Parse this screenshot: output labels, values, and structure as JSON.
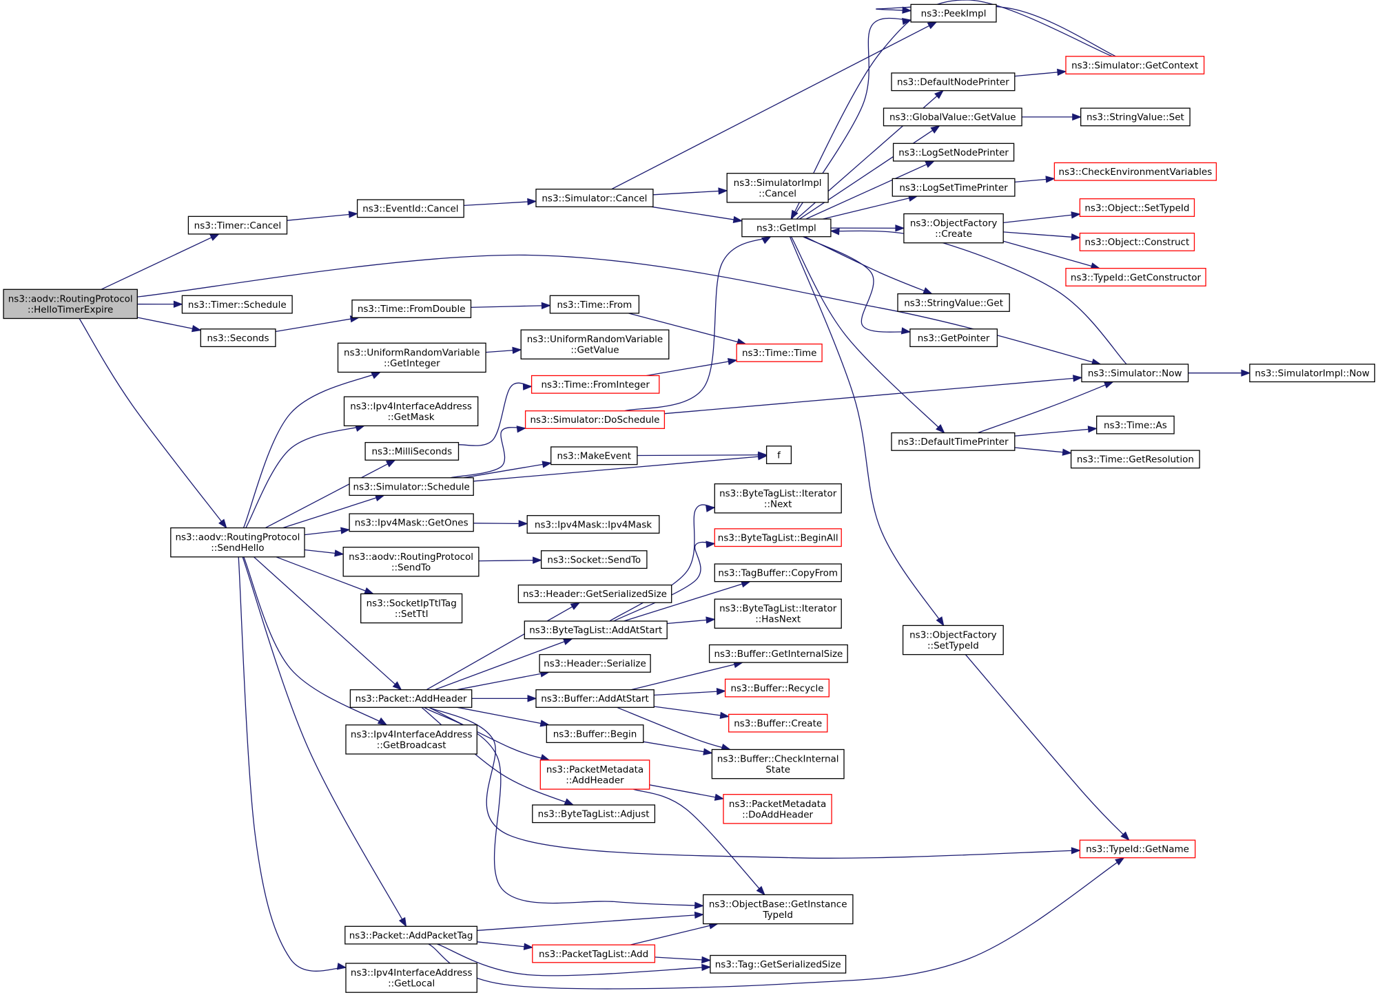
{
  "diagram": {
    "type": "call-graph",
    "colors": {
      "edge": "#191970",
      "border": "#000000",
      "truncated_border": "#ff0000",
      "root_fill": "#bfbfbf",
      "node_fill": "#ffffff"
    },
    "nodes": [
      {
        "id": "root",
        "lines": [
          "ns3::aodv::RoutingProtocol",
          "::HelloTimerExpire"
        ],
        "style": "root"
      },
      {
        "id": "timer_cancel",
        "lines": [
          "ns3::Timer::Cancel"
        ]
      },
      {
        "id": "timer_schedule",
        "lines": [
          "ns3::Timer::Schedule"
        ]
      },
      {
        "id": "seconds",
        "lines": [
          "ns3::Seconds"
        ]
      },
      {
        "id": "sendhello",
        "lines": [
          "ns3::aodv::RoutingProtocol",
          "::SendHello"
        ]
      },
      {
        "id": "eventid_cancel",
        "lines": [
          "ns3::EventId::Cancel"
        ]
      },
      {
        "id": "time_fromdouble",
        "lines": [
          "ns3::Time::FromDouble"
        ]
      },
      {
        "id": "urv_getinteger",
        "lines": [
          "ns3::UniformRandomVariable",
          "::GetInteger"
        ]
      },
      {
        "id": "ipv4ia_getmask",
        "lines": [
          "ns3::Ipv4InterfaceAddress",
          "::GetMask"
        ]
      },
      {
        "id": "milliseconds",
        "lines": [
          "ns3::MilliSeconds"
        ]
      },
      {
        "id": "sim_schedule",
        "lines": [
          "ns3::Simulator::Schedule"
        ]
      },
      {
        "id": "ipv4mask_getones",
        "lines": [
          "ns3::Ipv4Mask::GetOnes"
        ]
      },
      {
        "id": "aodv_sendto",
        "lines": [
          "ns3::aodv::RoutingProtocol",
          "::SendTo"
        ]
      },
      {
        "id": "sockipttl_setttl",
        "lines": [
          "ns3::SocketIpTtlTag",
          "::SetTtl"
        ]
      },
      {
        "id": "packet_addheader",
        "lines": [
          "ns3::Packet::AddHeader"
        ]
      },
      {
        "id": "ipv4ia_getbroadcast",
        "lines": [
          "ns3::Ipv4InterfaceAddress",
          "::GetBroadcast"
        ]
      },
      {
        "id": "packet_addpackettag",
        "lines": [
          "ns3::Packet::AddPacketTag"
        ]
      },
      {
        "id": "ipv4ia_getlocal",
        "lines": [
          "ns3::Ipv4InterfaceAddress",
          "::GetLocal"
        ]
      },
      {
        "id": "sim_cancel",
        "lines": [
          "ns3::Simulator::Cancel"
        ]
      },
      {
        "id": "time_from",
        "lines": [
          "ns3::Time::From"
        ]
      },
      {
        "id": "urv_getvalue",
        "lines": [
          "ns3::UniformRandomVariable",
          "::GetValue"
        ]
      },
      {
        "id": "time_frominteger",
        "lines": [
          "ns3::Time::FromInteger"
        ],
        "style": "trunc"
      },
      {
        "id": "sim_doschedule",
        "lines": [
          "ns3::Simulator::DoSchedule"
        ],
        "style": "trunc"
      },
      {
        "id": "makeevent",
        "lines": [
          "ns3::MakeEvent"
        ]
      },
      {
        "id": "ipv4mask_ctor",
        "lines": [
          "ns3::Ipv4Mask::Ipv4Mask"
        ]
      },
      {
        "id": "socket_sendto",
        "lines": [
          "ns3::Socket::SendTo"
        ]
      },
      {
        "id": "header_getserializedsize",
        "lines": [
          "ns3::Header::GetSerializedSize"
        ]
      },
      {
        "id": "btl_addatstart",
        "lines": [
          "ns3::ByteTagList::AddAtStart"
        ]
      },
      {
        "id": "header_serialize",
        "lines": [
          "ns3::Header::Serialize"
        ]
      },
      {
        "id": "buffer_addatstart",
        "lines": [
          "ns3::Buffer::AddAtStart"
        ]
      },
      {
        "id": "buffer_begin",
        "lines": [
          "ns3::Buffer::Begin"
        ]
      },
      {
        "id": "pm_addheader",
        "lines": [
          "ns3::PacketMetadata",
          "::AddHeader"
        ],
        "style": "trunc"
      },
      {
        "id": "btl_adjust",
        "lines": [
          "ns3::ByteTagList::Adjust"
        ]
      },
      {
        "id": "ptl_add",
        "lines": [
          "ns3::PacketTagList::Add"
        ],
        "style": "trunc"
      },
      {
        "id": "simimpl_cancel",
        "lines": [
          "ns3::SimulatorImpl",
          "::Cancel"
        ]
      },
      {
        "id": "getimpl",
        "lines": [
          "ns3::GetImpl"
        ]
      },
      {
        "id": "time_time",
        "lines": [
          "ns3::Time::Time"
        ],
        "style": "trunc"
      },
      {
        "id": "f",
        "lines": [
          "f"
        ]
      },
      {
        "id": "btli_next",
        "lines": [
          "ns3::ByteTagList::Iterator",
          "::Next"
        ]
      },
      {
        "id": "btl_beginall",
        "lines": [
          "ns3::ByteTagList::BeginAll"
        ],
        "style": "trunc"
      },
      {
        "id": "tagbuffer_copyfrom",
        "lines": [
          "ns3::TagBuffer::CopyFrom"
        ]
      },
      {
        "id": "btli_hasnext",
        "lines": [
          "ns3::ByteTagList::Iterator",
          "::HasNext"
        ]
      },
      {
        "id": "buffer_getinternalsize",
        "lines": [
          "ns3::Buffer::GetInternalSize"
        ]
      },
      {
        "id": "buffer_recycle",
        "lines": [
          "ns3::Buffer::Recycle"
        ],
        "style": "trunc"
      },
      {
        "id": "buffer_create",
        "lines": [
          "ns3::Buffer::Create"
        ],
        "style": "trunc"
      },
      {
        "id": "buffer_checkinternalstate",
        "lines": [
          "ns3::Buffer::CheckInternal",
          "State"
        ]
      },
      {
        "id": "pm_doaddheader",
        "lines": [
          "ns3::PacketMetadata",
          "::DoAddHeader"
        ],
        "style": "trunc"
      },
      {
        "id": "objbase_getinstancetypeid",
        "lines": [
          "ns3::ObjectBase::GetInstance",
          "TypeId"
        ]
      },
      {
        "id": "tag_getserializedsize",
        "lines": [
          "ns3::Tag::GetSerializedSize"
        ]
      },
      {
        "id": "peekimpl",
        "lines": [
          "ns3::PeekImpl"
        ]
      },
      {
        "id": "defaultnodeprinter",
        "lines": [
          "ns3::DefaultNodePrinter"
        ]
      },
      {
        "id": "globalvalue_getvalue",
        "lines": [
          "ns3::GlobalValue::GetValue"
        ]
      },
      {
        "id": "logsetnodeprinter",
        "lines": [
          "ns3::LogSetNodePrinter"
        ]
      },
      {
        "id": "logsettimeprinter",
        "lines": [
          "ns3::LogSetTimePrinter"
        ]
      },
      {
        "id": "objfactory_create",
        "lines": [
          "ns3::ObjectFactory",
          "::Create"
        ]
      },
      {
        "id": "stringvalue_get",
        "lines": [
          "ns3::StringValue::Get"
        ]
      },
      {
        "id": "getpointer",
        "lines": [
          "ns3::GetPointer"
        ]
      },
      {
        "id": "sim_now",
        "lines": [
          "ns3::Simulator::Now"
        ]
      },
      {
        "id": "defaulttimeprinter",
        "lines": [
          "ns3::DefaultTimePrinter"
        ]
      },
      {
        "id": "objfactory_settypeid",
        "lines": [
          "ns3::ObjectFactory",
          "::SetTypeId"
        ]
      },
      {
        "id": "sim_getcontext",
        "lines": [
          "ns3::Simulator::GetContext"
        ],
        "style": "trunc"
      },
      {
        "id": "stringvalue_set",
        "lines": [
          "ns3::StringValue::Set"
        ]
      },
      {
        "id": "checkenvvars",
        "lines": [
          "ns3::CheckEnvironmentVariables"
        ],
        "style": "trunc"
      },
      {
        "id": "object_settypeid",
        "lines": [
          "ns3::Object::SetTypeId"
        ],
        "style": "trunc"
      },
      {
        "id": "object_construct",
        "lines": [
          "ns3::Object::Construct"
        ],
        "style": "trunc"
      },
      {
        "id": "typeid_getconstructor",
        "lines": [
          "ns3::TypeId::GetConstructor"
        ],
        "style": "trunc"
      },
      {
        "id": "simimpl_now",
        "lines": [
          "ns3::SimulatorImpl::Now"
        ]
      },
      {
        "id": "time_as",
        "lines": [
          "ns3::Time::As"
        ]
      },
      {
        "id": "time_getresolution",
        "lines": [
          "ns3::Time::GetResolution"
        ]
      },
      {
        "id": "typeid_getname",
        "lines": [
          "ns3::TypeId::GetName"
        ],
        "style": "trunc"
      }
    ],
    "edges": [
      [
        "root",
        "timer_cancel"
      ],
      [
        "root",
        "timer_schedule"
      ],
      [
        "root",
        "seconds"
      ],
      [
        "root",
        "sendhello"
      ],
      [
        "root",
        "sim_now"
      ],
      [
        "timer_cancel",
        "eventid_cancel"
      ],
      [
        "eventid_cancel",
        "sim_cancel"
      ],
      [
        "sim_cancel",
        "simimpl_cancel"
      ],
      [
        "sim_cancel",
        "getimpl"
      ],
      [
        "sim_cancel",
        "peekimpl"
      ],
      [
        "seconds",
        "time_fromdouble"
      ],
      [
        "time_fromdouble",
        "time_from"
      ],
      [
        "time_from",
        "time_time"
      ],
      [
        "sendhello",
        "urv_getinteger"
      ],
      [
        "sendhello",
        "ipv4ia_getmask"
      ],
      [
        "sendhello",
        "milliseconds"
      ],
      [
        "sendhello",
        "sim_schedule"
      ],
      [
        "sendhello",
        "ipv4mask_getones"
      ],
      [
        "sendhello",
        "aodv_sendto"
      ],
      [
        "sendhello",
        "sockipttl_setttl"
      ],
      [
        "sendhello",
        "packet_addheader"
      ],
      [
        "sendhello",
        "ipv4ia_getbroadcast"
      ],
      [
        "sendhello",
        "packet_addpackettag"
      ],
      [
        "sendhello",
        "ipv4ia_getlocal"
      ],
      [
        "urv_getinteger",
        "urv_getvalue"
      ],
      [
        "milliseconds",
        "time_frominteger"
      ],
      [
        "time_frominteger",
        "time_time"
      ],
      [
        "sim_schedule",
        "sim_doschedule"
      ],
      [
        "sim_schedule",
        "makeevent"
      ],
      [
        "sim_schedule",
        "f"
      ],
      [
        "makeevent",
        "f"
      ],
      [
        "sim_doschedule",
        "getimpl"
      ],
      [
        "sim_doschedule",
        "sim_now"
      ],
      [
        "ipv4mask_getones",
        "ipv4mask_ctor"
      ],
      [
        "aodv_sendto",
        "socket_sendto"
      ],
      [
        "packet_addheader",
        "header_getserializedsize"
      ],
      [
        "packet_addheader",
        "btl_addatstart"
      ],
      [
        "packet_addheader",
        "header_serialize"
      ],
      [
        "packet_addheader",
        "buffer_addatstart"
      ],
      [
        "packet_addheader",
        "buffer_begin"
      ],
      [
        "packet_addheader",
        "pm_addheader"
      ],
      [
        "packet_addheader",
        "btl_adjust"
      ],
      [
        "packet_addheader",
        "typeid_getname"
      ],
      [
        "packet_addheader",
        "objbase_getinstancetypeid"
      ],
      [
        "btl_addatstart",
        "btli_next"
      ],
      [
        "btl_addatstart",
        "btl_beginall"
      ],
      [
        "btl_addatstart",
        "tagbuffer_copyfrom"
      ],
      [
        "btl_addatstart",
        "btli_hasnext"
      ],
      [
        "buffer_addatstart",
        "buffer_getinternalsize"
      ],
      [
        "buffer_addatstart",
        "buffer_recycle"
      ],
      [
        "buffer_addatstart",
        "buffer_create"
      ],
      [
        "buffer_addatstart",
        "buffer_checkinternalstate"
      ],
      [
        "buffer_begin",
        "buffer_checkinternalstate"
      ],
      [
        "pm_addheader",
        "pm_doaddheader"
      ],
      [
        "pm_addheader",
        "objbase_getinstancetypeid"
      ],
      [
        "packet_addpackettag",
        "objbase_getinstancetypeid"
      ],
      [
        "packet_addpackettag",
        "ptl_add"
      ],
      [
        "packet_addpackettag",
        "tag_getserializedsize"
      ],
      [
        "packet_addpackettag",
        "typeid_getname"
      ],
      [
        "ptl_add",
        "objbase_getinstancetypeid"
      ],
      [
        "ptl_add",
        "tag_getserializedsize"
      ],
      [
        "getimpl",
        "peekimpl"
      ],
      [
        "getimpl",
        "defaultnodeprinter"
      ],
      [
        "getimpl",
        "globalvalue_getvalue"
      ],
      [
        "getimpl",
        "logsetnodeprinter"
      ],
      [
        "getimpl",
        "logsettimeprinter"
      ],
      [
        "getimpl",
        "objfactory_create"
      ],
      [
        "getimpl",
        "stringvalue_get"
      ],
      [
        "getimpl",
        "getpointer"
      ],
      [
        "getimpl",
        "defaulttimeprinter"
      ],
      [
        "getimpl",
        "objfactory_settypeid"
      ],
      [
        "defaultnodeprinter",
        "sim_getcontext"
      ],
      [
        "sim_getcontext",
        "getimpl"
      ],
      [
        "sim_getcontext",
        "peekimpl"
      ],
      [
        "globalvalue_getvalue",
        "stringvalue_set"
      ],
      [
        "logsettimeprinter",
        "checkenvvars"
      ],
      [
        "objfactory_create",
        "object_settypeid"
      ],
      [
        "objfactory_create",
        "object_construct"
      ],
      [
        "objfactory_create",
        "typeid_getconstructor"
      ],
      [
        "sim_now",
        "simimpl_now"
      ],
      [
        "sim_now",
        "getimpl"
      ],
      [
        "defaulttimeprinter",
        "sim_now"
      ],
      [
        "defaulttimeprinter",
        "time_as"
      ],
      [
        "defaulttimeprinter",
        "time_getresolution"
      ],
      [
        "objfactory_settypeid",
        "typeid_getname"
      ]
    ]
  }
}
